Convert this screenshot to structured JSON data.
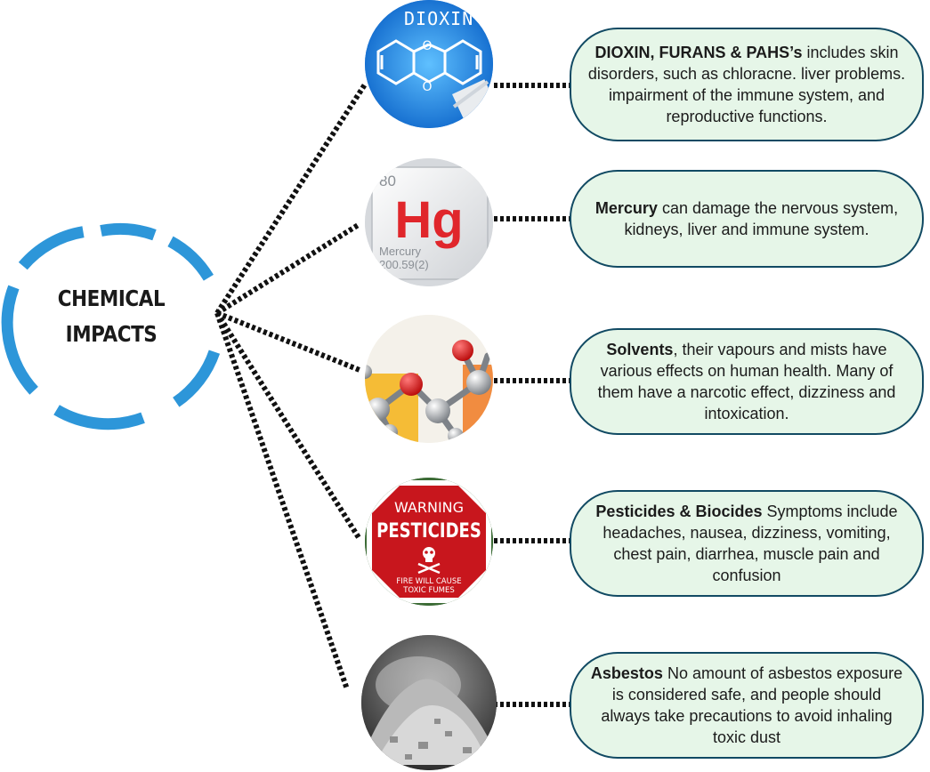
{
  "hub": {
    "line1": "CHEMICAL",
    "line2": "IMPACTS",
    "ring_color": "#2d96d9"
  },
  "connector_color": "#111111",
  "card_fill": "#e6f6e8",
  "card_border": "#114a63",
  "items": [
    {
      "icon": "dioxin-molecule-photo-icon",
      "image_text": "DIOXIN",
      "title": "DIOXIN, FURANS & PAHS’s",
      "text": " includes skin disorders, such as chloracne. liver problems. impairment of the immune system, and reproductive functions."
    },
    {
      "icon": "mercury-element-tile-icon",
      "image_number": "80",
      "image_symbol": "Hg",
      "image_name": "Mercury",
      "image_mass": "200.59(2)",
      "title": "Mercury",
      "text": " can damage the nervous system, kidneys, liver and immune system."
    },
    {
      "icon": "solvent-molecule-photo-icon",
      "title": "Solvents",
      "text": ", their vapours and mists have various effects on human health. Many of them have a narcotic effect,  dizziness and intoxication."
    },
    {
      "icon": "pesticides-warning-sign-icon",
      "image_line1": "WARNING",
      "image_line2": "PESTICIDES",
      "image_line3": "FIRE WILL CAUSE",
      "image_line4": "TOXIC FUMES",
      "title": "Pesticides & Biocides",
      "text": " Symptoms include headaches, nausea, dizziness, vomiting, chest pain, diarrhea, muscle pain and confusion"
    },
    {
      "icon": "asbestos-dust-pile-photo-icon",
      "title": "Asbestos",
      "text": " No amount of asbestos exposure is considered safe, and people should always take precautions to avoid inhaling toxic dust"
    }
  ]
}
